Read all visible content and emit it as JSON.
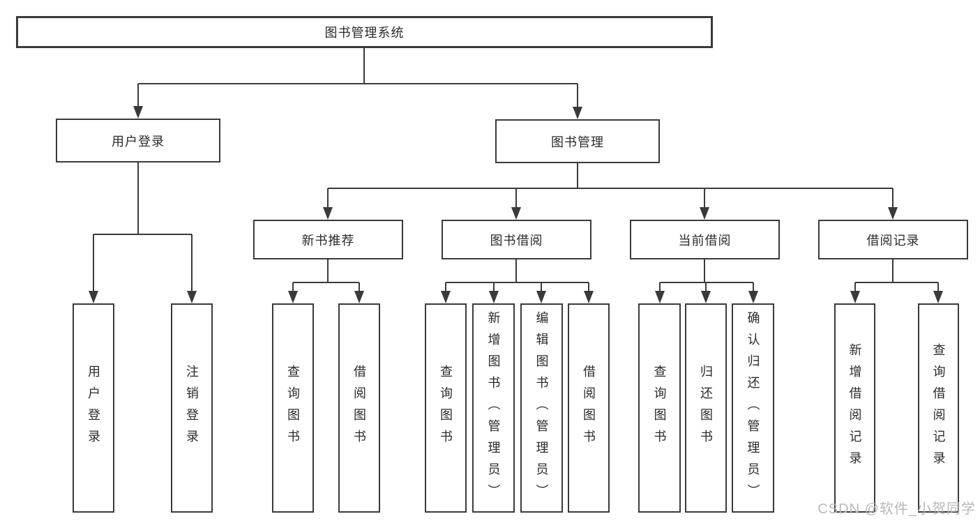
{
  "diagram": {
    "root": {
      "label": "图书管理系统"
    },
    "branches": [
      {
        "label": "用户登录",
        "children": [
          "用户登录",
          "注销登录"
        ]
      },
      {
        "label": "图书管理",
        "children": [
          {
            "label": "新书推荐",
            "children": [
              "查询图书",
              "借阅图书"
            ]
          },
          {
            "label": "图书借阅",
            "children": [
              "查询图书",
              "新增图书（管理员）",
              "编辑图书（管理员）",
              "借阅图书"
            ]
          },
          {
            "label": "当前借阅",
            "children": [
              "查询图书",
              "归还图书",
              "确认归还（管理员）"
            ]
          },
          {
            "label": "借阅记录",
            "children": [
              "新增借阅记录",
              "查询借阅记录"
            ]
          }
        ]
      }
    ]
  },
  "watermark": {
    "text": "CSDN @软件_小贺同学"
  },
  "colors": {
    "line": "#3a3a3a",
    "text": "#2b2b2b",
    "background": "#ffffff",
    "watermark": "#b9b9b9"
  }
}
